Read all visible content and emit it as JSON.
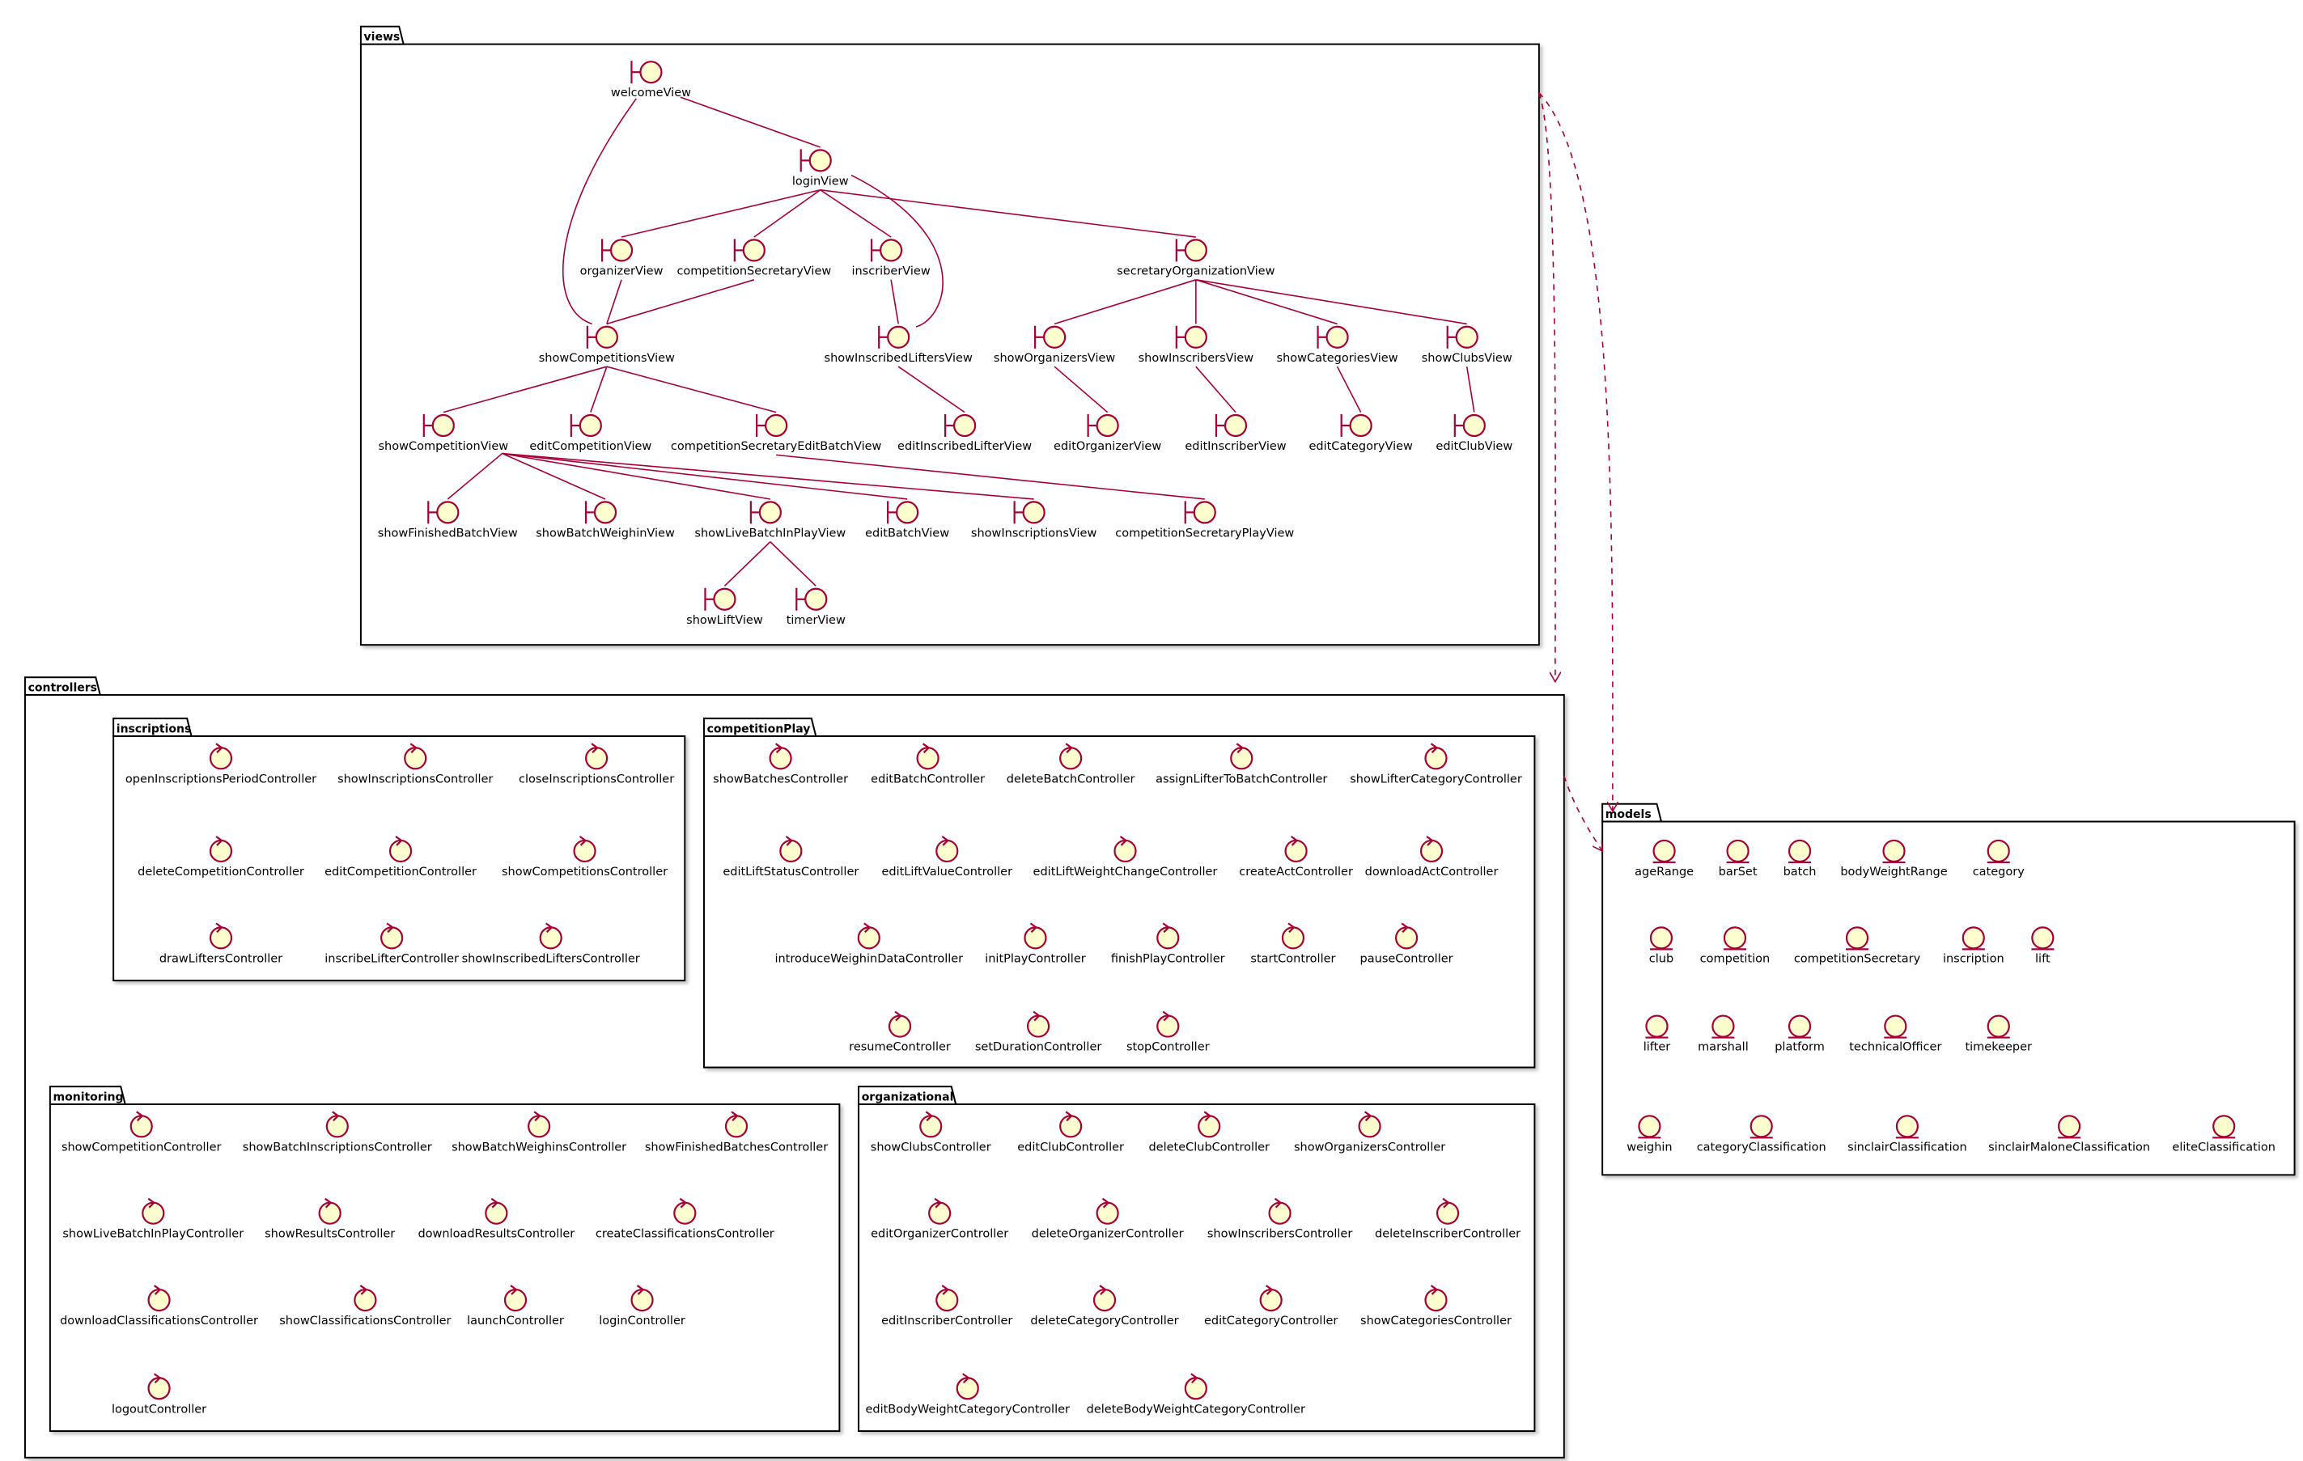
{
  "packages": {
    "views": {
      "title": "views"
    },
    "controllers": {
      "title": "controllers"
    },
    "inscriptions": {
      "title": "inscriptions"
    },
    "competitionPlay": {
      "title": "competitionPlay"
    },
    "monitoring": {
      "title": "monitoring"
    },
    "organizational": {
      "title": "organizational"
    },
    "models": {
      "title": "models"
    }
  },
  "views": [
    "welcomeView",
    "loginView",
    "organizerView",
    "competitionSecretaryView",
    "inscriberView",
    "secretaryOrganizationView",
    "showCompetitionsView",
    "showInscribedLiftersView",
    "showOrganizersView",
    "showInscribersView",
    "showCategoriesView",
    "showClubsView",
    "showCompetitionView",
    "editCompetitionView",
    "competitionSecretaryEditBatchView",
    "editInscribedLifterView",
    "editOrganizerView",
    "editInscriberView",
    "editCategoryView",
    "editClubView",
    "showFinishedBatchView",
    "showBatchWeighinView",
    "showLiveBatchInPlayView",
    "editBatchView",
    "showInscriptionsView",
    "competitionSecretaryPlayView",
    "showLiftView",
    "timerView"
  ],
  "inscriptions": [
    "openInscriptionsPeriodController",
    "showInscriptionsController",
    "closeInscriptionsController",
    "deleteCompetitionController",
    "editCompetitionController",
    "showCompetitionsController",
    "drawLiftersController",
    "inscribeLifterController",
    "showInscribedLiftersController"
  ],
  "competitionPlay": [
    "showBatchesController",
    "editBatchController",
    "deleteBatchController",
    "assignLifterToBatchController",
    "showLifterCategoryController",
    "editLiftStatusController",
    "editLiftValueController",
    "editLiftWeightChangeController",
    "createActController",
    "downloadActController",
    "introduceWeighinDataController",
    "initPlayController",
    "finishPlayController",
    "startController",
    "pauseController",
    "resumeController",
    "setDurationController",
    "stopController"
  ],
  "monitoring": [
    "showCompetitionController",
    "showBatchInscriptionsController",
    "showBatchWeighinsController",
    "showFinishedBatchesController",
    "showLiveBatchInPlayController",
    "showResultsController",
    "downloadResultsController",
    "createClassificationsController",
    "downloadClassificationsController",
    "showClassificationsController",
    "launchController",
    "loginController",
    "logoutController"
  ],
  "organizational": [
    "showClubsController",
    "editClubController",
    "deleteClubController",
    "showOrganizersController",
    "editOrganizerController",
    "deleteOrganizerController",
    "showInscribersController",
    "deleteInscriberController",
    "editInscriberController",
    "deleteCategoryController",
    "editCategoryController",
    "showCategoriesController",
    "editBodyWeightCategoryController",
    "deleteBodyWeightCategoryController"
  ],
  "models": [
    "ageRange",
    "barSet",
    "batch",
    "bodyWeightRange",
    "category",
    "club",
    "competition",
    "competitionSecretary",
    "inscription",
    "lift",
    "lifter",
    "marshall",
    "platform",
    "technicalOfficer",
    "timekeeper",
    "weighin",
    "categoryClassification",
    "sinclairClassification",
    "sinclairMaloneClassification",
    "eliteClassification"
  ],
  "colors": {
    "stroke": "#A80036",
    "fill": "#FEFECE"
  },
  "icons": {
    "view": "boundary-icon",
    "controller": "control-icon",
    "model": "entity-icon"
  }
}
